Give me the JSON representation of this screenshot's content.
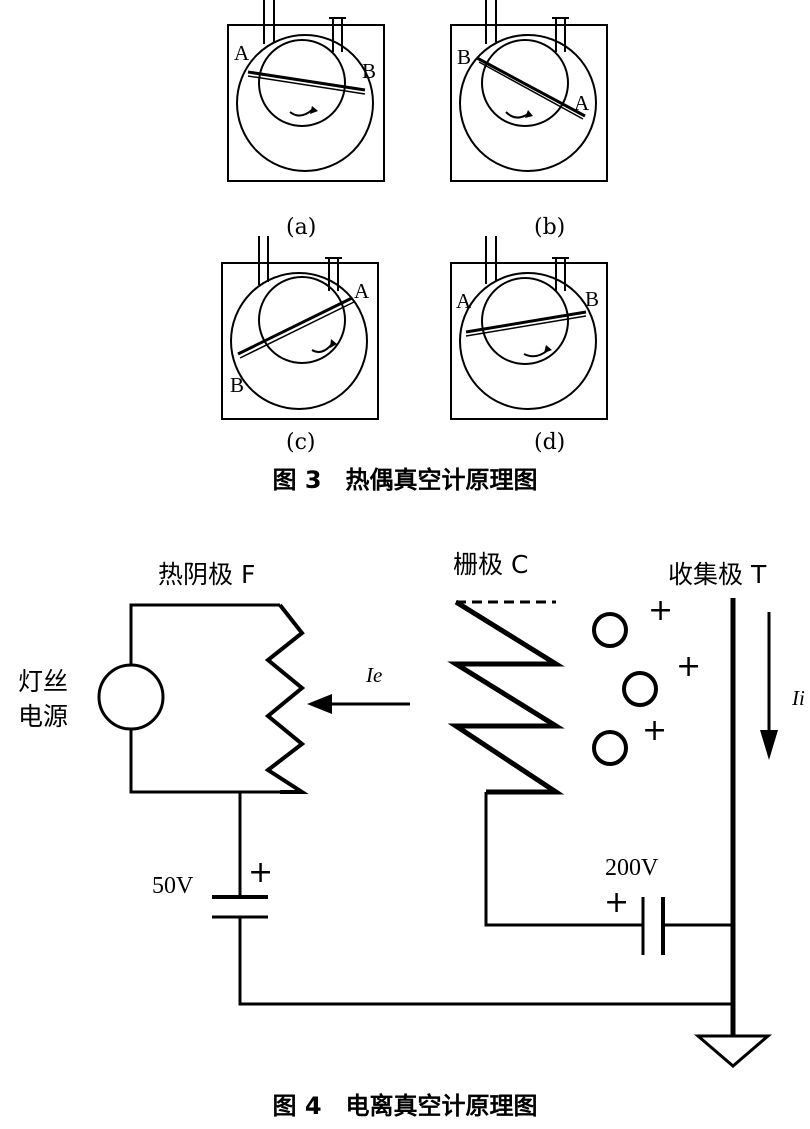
{
  "figure3": {
    "panels": [
      {
        "id": "a",
        "label": "(a)",
        "end_left": "A",
        "end_right": "B"
      },
      {
        "id": "b",
        "label": "(b)",
        "end_left": "B",
        "end_right": "A"
      },
      {
        "id": "c",
        "label": "(c)",
        "end_left": "B",
        "end_right": "A"
      },
      {
        "id": "d",
        "label": "(d)",
        "end_left": "A",
        "end_right": "B"
      }
    ],
    "caption": "图 3　热偶真空计原理图"
  },
  "figure4": {
    "cathode_label": "热阴极 F",
    "grid_label": "栅极 C",
    "collector_label": "收集极 T",
    "filament_supply_line1": "灯丝",
    "filament_supply_line2": "电源",
    "electron_current_label": "Ie",
    "ion_current_label": "Ii",
    "cathode_voltage": "50V",
    "grid_voltage": "200V",
    "ion_plus": "+",
    "battery_plus": "+",
    "caption": "图 4　电离真空计原理图"
  }
}
